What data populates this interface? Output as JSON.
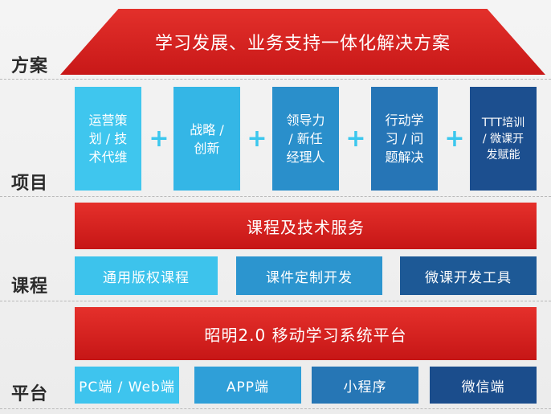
{
  "labels": {
    "solution": "方案",
    "project": "项目",
    "course": "课程",
    "platform": "平台"
  },
  "roof": {
    "title": "学习发展、业务支持一体化解决方案"
  },
  "projects": [
    {
      "lines": [
        "运营策",
        "划 / 技",
        "术代维"
      ],
      "color": "#3fc6ee"
    },
    {
      "lines": [
        "战略 /",
        "创新"
      ],
      "color": "#34b6e6"
    },
    {
      "lines": [
        "领导力",
        "/ 新任",
        "经理人"
      ],
      "color": "#2a8fcb"
    },
    {
      "lines": [
        "行动学",
        "习 / 问",
        "题解决"
      ],
      "color": "#2675b6"
    },
    {
      "lines": [
        "TTT培训",
        "/ 微课开",
        "发赋能"
      ],
      "color": "#1c4f8f"
    }
  ],
  "plus_symbol": "+",
  "course": {
    "band": "课程及技术服务",
    "items": [
      {
        "label": "通用版权课程",
        "color": "#3dc3ec"
      },
      {
        "label": "课件定制开发",
        "color": "#2c95cf"
      },
      {
        "label": "微课开发工具",
        "color": "#1d5996"
      }
    ]
  },
  "platform": {
    "band": "昭明2.0 移动学习系统平台",
    "items": [
      {
        "label": "PC端 / Web端",
        "color": "#3ec4ee"
      },
      {
        "label": "APP端",
        "color": "#2f9fd8"
      },
      {
        "label": "小程序",
        "color": "#2676b5"
      },
      {
        "label": "微信端",
        "color": "#1b4d8c"
      }
    ]
  }
}
